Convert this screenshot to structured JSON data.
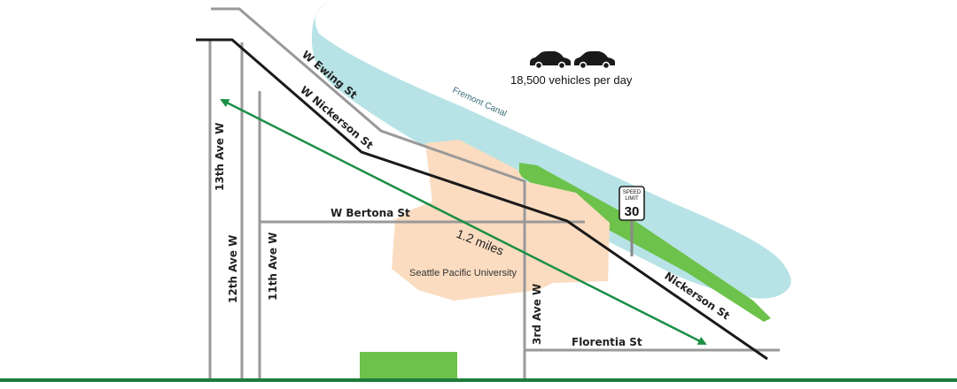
{
  "labels": {
    "canal": "Fremont Canal",
    "campus": "Seattle Pacific University",
    "traffic": "18,500 vehicles per day",
    "distance": "1.2 miles"
  },
  "streets": {
    "w_ewing": "W Ewing St",
    "w_nickerson": "W Nickerson St",
    "nickerson": "Nickerson St",
    "w_bertona": "W Bertona St",
    "florentia": "Florentia St",
    "ave_13th": "13th Ave W",
    "ave_12th": "12th Ave W",
    "ave_11th": "11th Ave W",
    "ave_3rd": "3rd Ave W"
  },
  "speed_sign": {
    "line1": "SPEED",
    "line2": "LIMIT",
    "value": "30"
  },
  "colors": {
    "water": "#b7e3e6",
    "campus": "#fbdcc0",
    "park": "#6cc24a",
    "road": "#999999",
    "main_road": "#1a1a1a",
    "arrow": "#1b8f46",
    "baseline": "#1e7b3a"
  },
  "icons": [
    "car-icon",
    "car-icon",
    "speed-limit-sign-icon",
    "distance-arrow-icon"
  ]
}
